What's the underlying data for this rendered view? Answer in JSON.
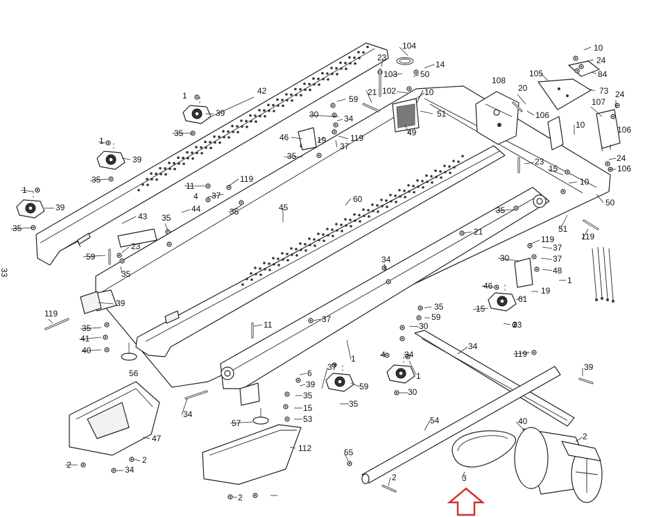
{
  "diagram": {
    "side_text": "33",
    "labels": [
      {
        "id": "p10a",
        "text": "10"
      },
      {
        "id": "p104",
        "text": "104"
      },
      {
        "id": "p24a",
        "text": "24"
      },
      {
        "id": "p23a",
        "text": "23"
      },
      {
        "id": "p14",
        "text": "14"
      },
      {
        "id": "p84",
        "text": "84"
      },
      {
        "id": "p103",
        "text": "103"
      },
      {
        "id": "p50a",
        "text": "50"
      },
      {
        "id": "p105",
        "text": "105"
      },
      {
        "id": "p108",
        "text": "108"
      },
      {
        "id": "p1a",
        "text": "1"
      },
      {
        "id": "p42",
        "text": "42"
      },
      {
        "id": "p21a",
        "text": "21"
      },
      {
        "id": "p102",
        "text": "102"
      },
      {
        "id": "p10b",
        "text": "10"
      },
      {
        "id": "p20",
        "text": "20"
      },
      {
        "id": "p73",
        "text": "73"
      },
      {
        "id": "p24b",
        "text": "24"
      },
      {
        "id": "p59a",
        "text": "59"
      },
      {
        "id": "p107",
        "text": "107"
      },
      {
        "id": "p39a",
        "text": "39"
      },
      {
        "id": "p30a",
        "text": "30"
      },
      {
        "id": "p51a",
        "text": "51"
      },
      {
        "id": "p106a",
        "text": "106"
      },
      {
        "id": "p34a",
        "text": "34"
      },
      {
        "id": "p35a",
        "text": "35"
      },
      {
        "id": "p10c",
        "text": "10"
      },
      {
        "id": "p106b",
        "text": "106"
      },
      {
        "id": "p49",
        "text": "49"
      },
      {
        "id": "p46a",
        "text": "46"
      },
      {
        "id": "p119a",
        "text": "119"
      },
      {
        "id": "p19a",
        "text": "19"
      },
      {
        "id": "p1b",
        "text": "1"
      },
      {
        "id": "p37a",
        "text": "37"
      },
      {
        "id": "p39b",
        "text": "39"
      },
      {
        "id": "p35b",
        "text": "35"
      },
      {
        "id": "p24c",
        "text": "24"
      },
      {
        "id": "p23b",
        "text": "23"
      },
      {
        "id": "p106c",
        "text": "106"
      },
      {
        "id": "p35c",
        "text": "35"
      },
      {
        "id": "p15a",
        "text": "15"
      },
      {
        "id": "p119b",
        "text": "119"
      },
      {
        "id": "p10d",
        "text": "10"
      },
      {
        "id": "p11a",
        "text": "11"
      },
      {
        "id": "p1c",
        "text": "1"
      },
      {
        "id": "p4a",
        "text": "4"
      },
      {
        "id": "p37b",
        "text": "37"
      },
      {
        "id": "p60",
        "text": "60"
      },
      {
        "id": "p50b",
        "text": "50"
      },
      {
        "id": "p39c",
        "text": "39"
      },
      {
        "id": "p44",
        "text": "44"
      },
      {
        "id": "p35d",
        "text": "35"
      },
      {
        "id": "p45",
        "text": "45"
      },
      {
        "id": "p35e",
        "text": "35"
      },
      {
        "id": "p51b",
        "text": "51"
      },
      {
        "id": "p43",
        "text": "43"
      },
      {
        "id": "p35f",
        "text": "35"
      },
      {
        "id": "p35g",
        "text": "35"
      },
      {
        "id": "p21b",
        "text": "21"
      },
      {
        "id": "p119c",
        "text": "119"
      },
      {
        "id": "p119d",
        "text": "119"
      },
      {
        "id": "p23c",
        "text": "23"
      },
      {
        "id": "p59b",
        "text": "59"
      },
      {
        "id": "p37c",
        "text": "37"
      },
      {
        "id": "p30b",
        "text": "30"
      },
      {
        "id": "p37d",
        "text": "37"
      },
      {
        "id": "p35h",
        "text": "35"
      },
      {
        "id": "p34b",
        "text": "34"
      },
      {
        "id": "p48",
        "text": "48"
      },
      {
        "id": "p1d",
        "text": "1"
      },
      {
        "id": "p46b",
        "text": "46"
      },
      {
        "id": "p19b",
        "text": "19"
      },
      {
        "id": "p61",
        "text": "61"
      },
      {
        "id": "p39d",
        "text": "39"
      },
      {
        "id": "p15b",
        "text": "15"
      },
      {
        "id": "p119e",
        "text": "119"
      },
      {
        "id": "p35i",
        "text": "35"
      },
      {
        "id": "p37e",
        "text": "37"
      },
      {
        "id": "p59c",
        "text": "59"
      },
      {
        "id": "p35j",
        "text": "35"
      },
      {
        "id": "p23d",
        "text": "23"
      },
      {
        "id": "p11b",
        "text": "11"
      },
      {
        "id": "p30c",
        "text": "30"
      },
      {
        "id": "p41",
        "text": "41"
      },
      {
        "id": "p34c",
        "text": "34"
      },
      {
        "id": "p40a",
        "text": "40"
      },
      {
        "id": "p56",
        "text": "56"
      },
      {
        "id": "p1e",
        "text": "1"
      },
      {
        "id": "p4b",
        "text": "4"
      },
      {
        "id": "p34d",
        "text": "34"
      },
      {
        "id": "p119f",
        "text": "119"
      },
      {
        "id": "p6",
        "text": "6"
      },
      {
        "id": "p39e",
        "text": "39"
      },
      {
        "id": "p1f",
        "text": "1"
      },
      {
        "id": "p37f",
        "text": "37"
      },
      {
        "id": "p39f",
        "text": "39"
      },
      {
        "id": "p59d",
        "text": "59"
      },
      {
        "id": "p35k",
        "text": "35"
      },
      {
        "id": "p35l",
        "text": "35"
      },
      {
        "id": "p30d",
        "text": "30"
      },
      {
        "id": "p15c",
        "text": "15"
      },
      {
        "id": "p34e",
        "text": "34"
      },
      {
        "id": "p53",
        "text": "53"
      },
      {
        "id": "p54",
        "text": "54"
      },
      {
        "id": "p40b",
        "text": "40"
      },
      {
        "id": "p57",
        "text": "57"
      },
      {
        "id": "p47",
        "text": "47"
      },
      {
        "id": "p112",
        "text": "112"
      },
      {
        "id": "p2a",
        "text": "2"
      },
      {
        "id": "p2b",
        "text": "2"
      },
      {
        "id": "p2c",
        "text": "2"
      },
      {
        "id": "p34f",
        "text": "34"
      },
      {
        "id": "p55",
        "text": "55"
      },
      {
        "id": "p3",
        "text": "3"
      },
      {
        "id": "p2d",
        "text": "2"
      },
      {
        "id": "p2e",
        "text": "2"
      }
    ],
    "highlight_color": "#d62d2d"
  }
}
